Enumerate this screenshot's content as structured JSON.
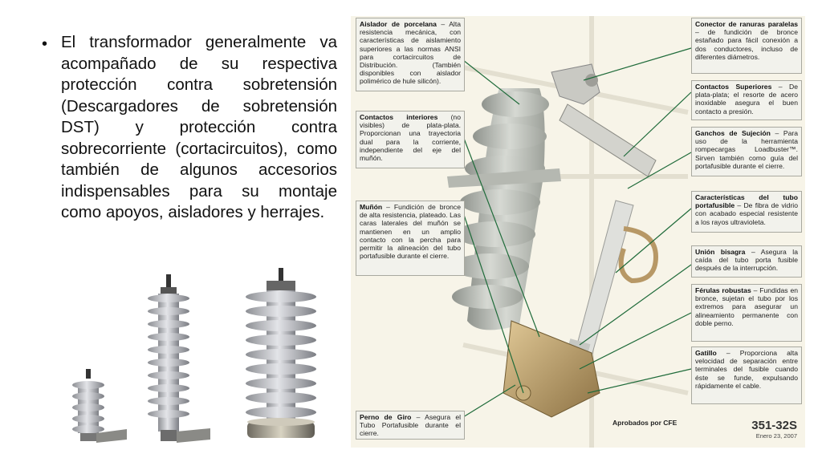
{
  "slide": {
    "bullet_text": "El transformador generalmente va acompañado de su respectiva protección contra sobretensión (Descargadores de sobretensión DST) y protección contra sobrecorriente (cortacircuitos), como también de algunos accesorios indispensables para su montaje como apoyos, aisladores y herrajes."
  },
  "figure": {
    "labels_left": [
      {
        "title": "Aislador de porcelana",
        "text": " – Alta resistencia mecánica, con características de aislamiento superiores a las normas ANSI para cortacircuitos de Distribución. (También disponibles con aislador polimérico de hule silicón)."
      },
      {
        "title": "Contactos interiores",
        "text": " (no visibles) de plata-plata. Proporcionan una trayectoria dual para la corriente, independiente del eje del muñón."
      },
      {
        "title": "Muñón",
        "text": " – Fundición de bronce de alta resistencia, plateado. Las caras laterales del muñón se mantienen en un amplio contacto con la percha para permitir la alineación del tubo portafusible durante el cierre."
      },
      {
        "title": "Perno de Giro",
        "text": " – Asegura el Tubo Portafusible durante el cierre."
      }
    ],
    "labels_right": [
      {
        "title": "Conector de ranuras paralelas",
        "text": " – de fundición de bronce estañado para fácil conexión a dos conductores, incluso de diferentes diámetros."
      },
      {
        "title": "Contactos Superiores",
        "text": " – De plata-plata; el resorte de acero inoxidable asegura el buen contacto a presión."
      },
      {
        "title": "Ganchos de Sujeción",
        "text": " – Para uso de la herramienta rompecargas Loadbuster™. Sirven también como guía del portafusible durante el cierre."
      },
      {
        "title": "Características del tubo portafusible",
        "text": " – De fibra de vidrio con acabado especial resistente a los rayos ultravioleta."
      },
      {
        "title": "Unión bisagra",
        "text": " – Asegura la caída del tubo porta fusible después de la interrupción."
      },
      {
        "title": "Férulas robustas",
        "text": " – Fundidas en bronce, sujetan el tubo por los extremos para asegurar un alineamiento permanente con doble perno."
      },
      {
        "title": "Gatillo",
        "text": " – Proporciona alta velocidad de separación entre terminales del fusible cuando éste se funde, expulsando rápidamente el cable."
      }
    ],
    "approved": "Aprobados por CFE",
    "code": "351-32S",
    "date": "Enero 23, 2007"
  },
  "colors": {
    "leader_line": "#1f6b3a",
    "porcelain": "#b9bdb6",
    "bronze": "#b79866"
  }
}
